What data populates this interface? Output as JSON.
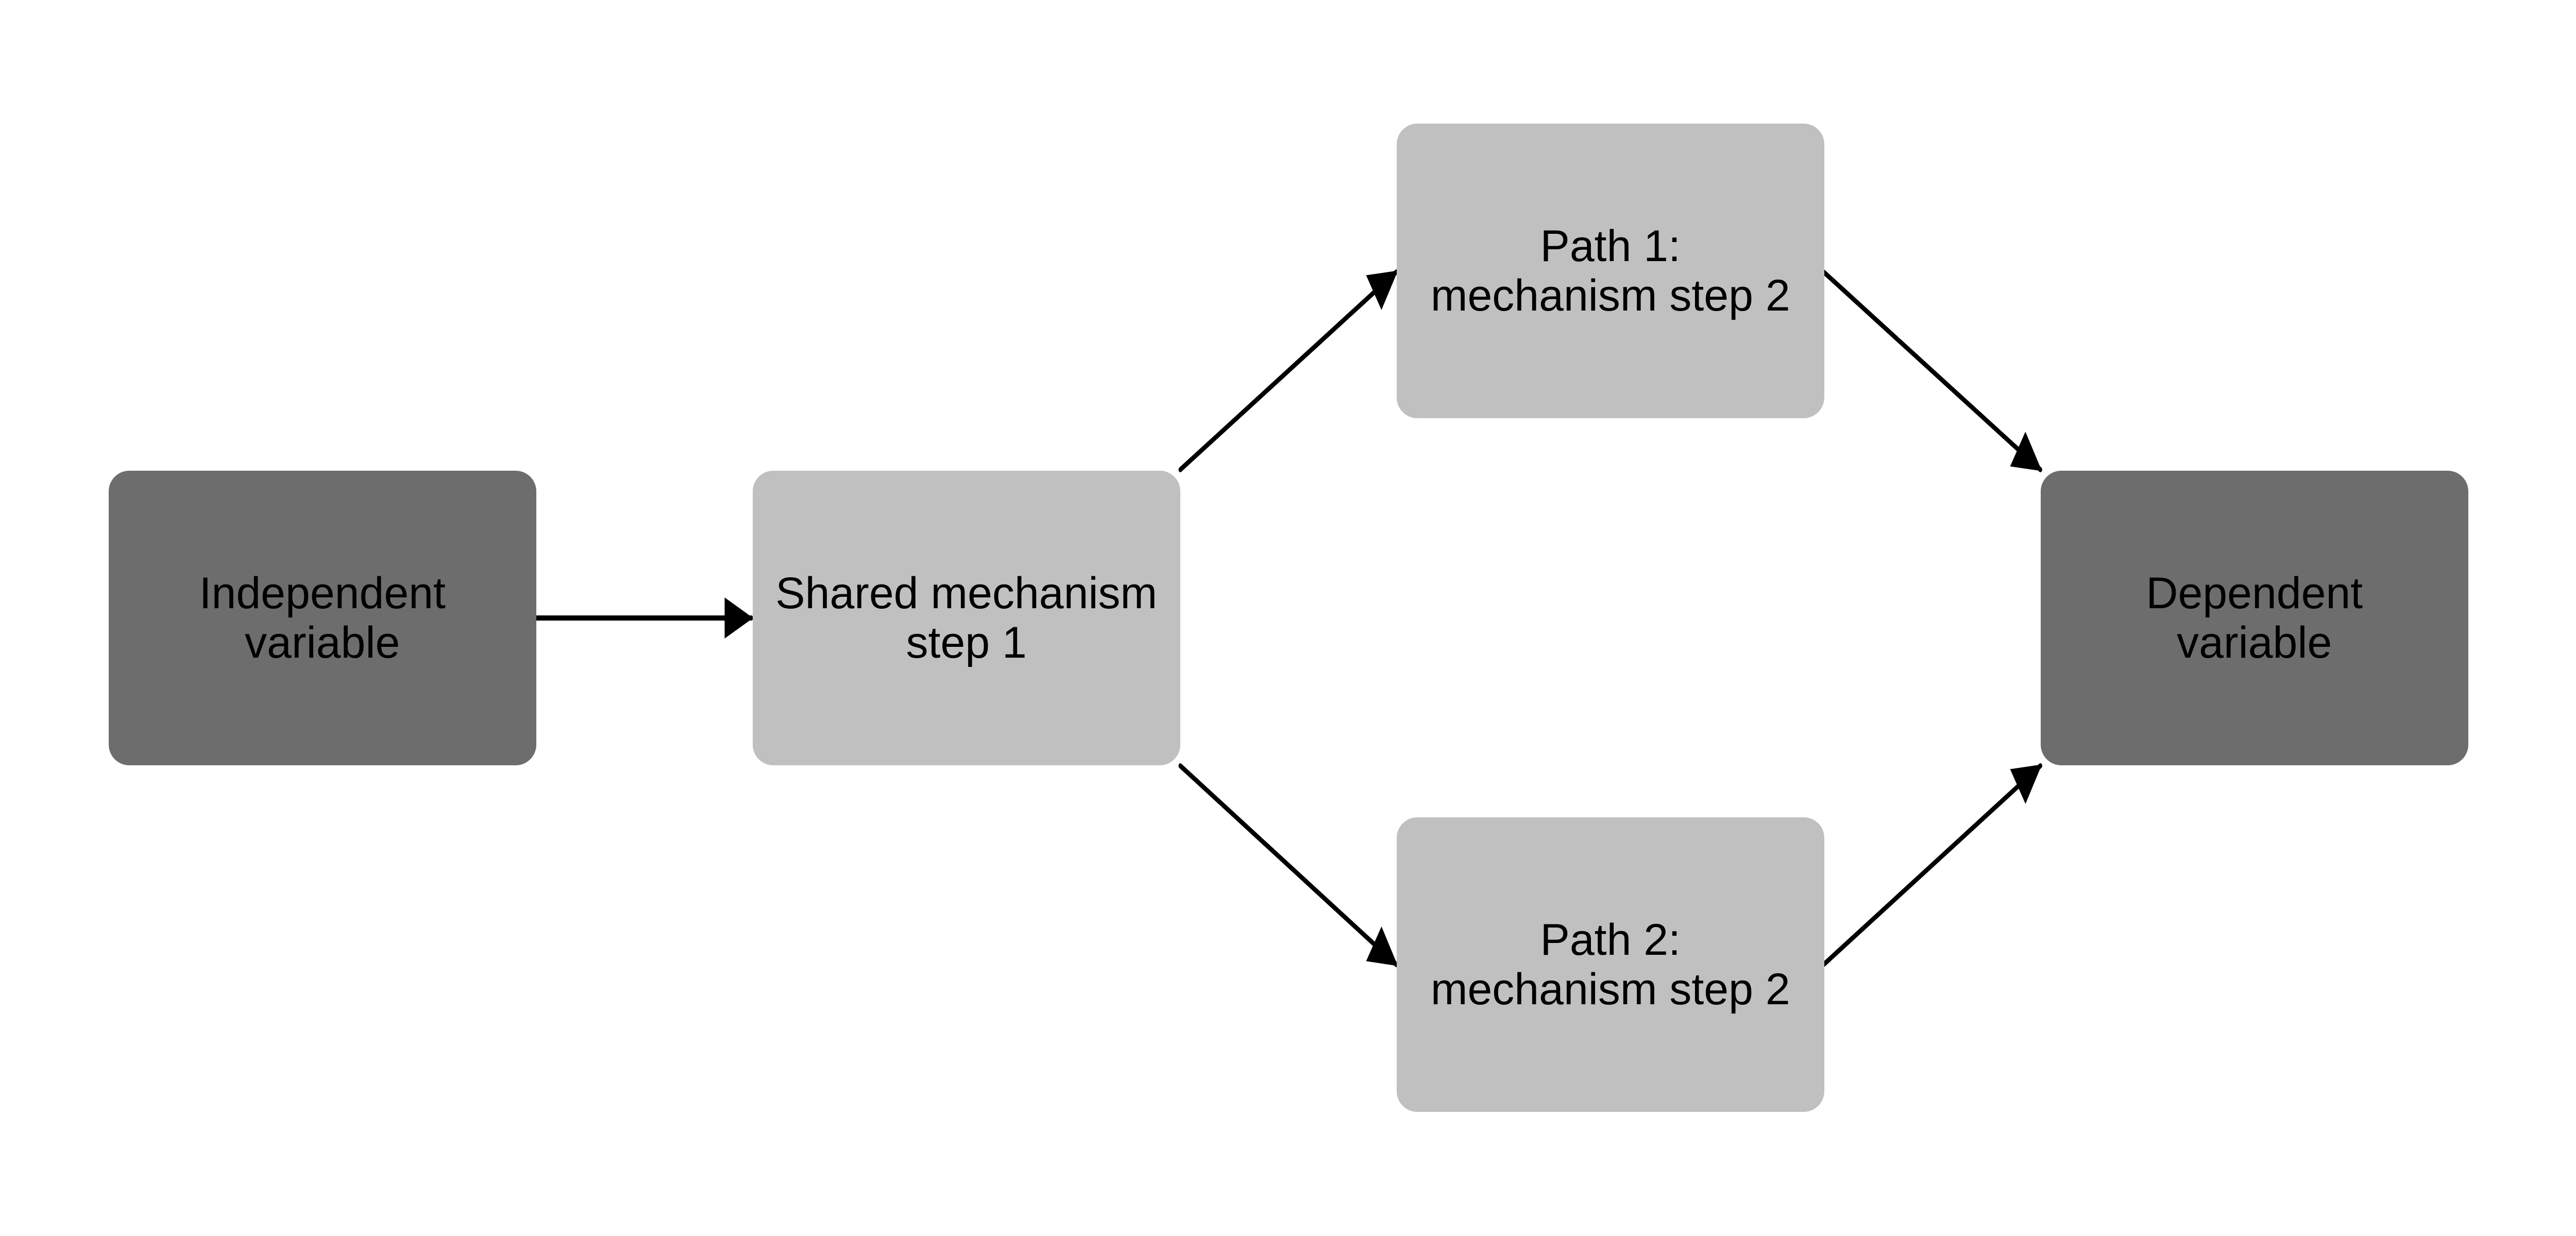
{
  "colors": {
    "independent_dependent": "#6d6d6d",
    "mechanism": "#c0c0c0",
    "arrow": "#000000"
  },
  "nodes": {
    "independent": {
      "line1": "Independent",
      "line2": "variable"
    },
    "shared": {
      "line1": "Shared mechanism",
      "line2": "step 1"
    },
    "path1": {
      "line1": "Path 1:",
      "line2": "mechanism step 2"
    },
    "path2": {
      "line1": "Path 2:",
      "line2": "mechanism step 2"
    },
    "dependent": {
      "line1": "Dependent",
      "line2": "variable"
    }
  },
  "edges": [
    {
      "from": "independent",
      "to": "shared"
    },
    {
      "from": "shared",
      "to": "path1"
    },
    {
      "from": "shared",
      "to": "path2"
    },
    {
      "from": "path1",
      "to": "dependent"
    },
    {
      "from": "path2",
      "to": "dependent"
    }
  ]
}
